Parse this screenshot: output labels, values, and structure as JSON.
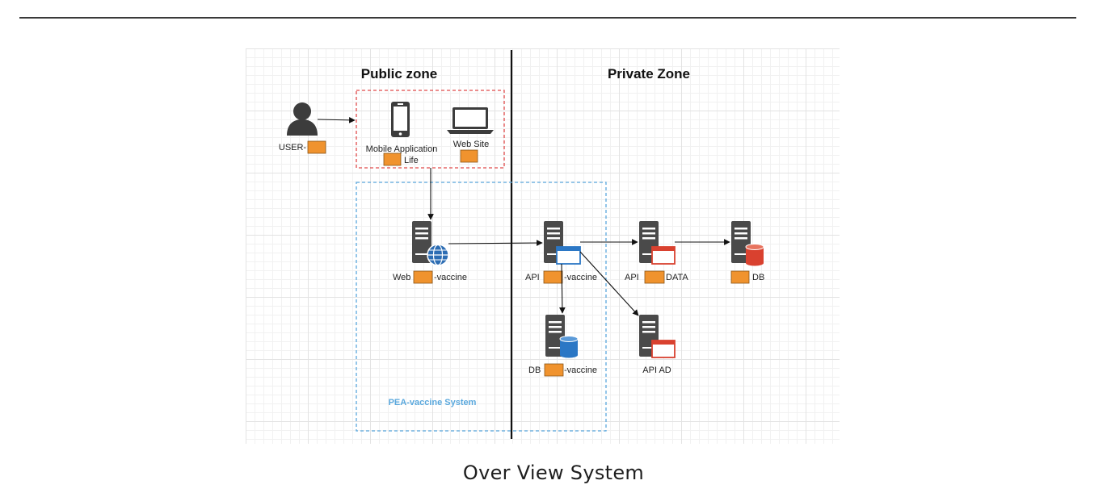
{
  "caption": "Over View System",
  "zones": {
    "public": "Public zone",
    "private": "Private Zone",
    "system": "PEA-vaccine System"
  },
  "nodes": {
    "user": {
      "pre": "USER-",
      "post": ""
    },
    "mobile_app": {
      "line1": "Mobile Application",
      "line2": "Life"
    },
    "website": {
      "label": "Web Site"
    },
    "web_server": {
      "pre": "Web ",
      "post": "-vaccine"
    },
    "api_server": {
      "pre": "API ",
      "post": "-vaccine"
    },
    "api_data": {
      "pre": "API ",
      "post": "DATA"
    },
    "db_external": {
      "pre": "",
      "post": " DB"
    },
    "db_vaccine": {
      "pre": "DB ",
      "post": "-vaccine"
    },
    "api_ad": {
      "label": "API AD"
    }
  },
  "colors": {
    "redaction": "#f0932e",
    "public_border": "#e04a4a",
    "system_border": "#5aa8dd",
    "system_label": "#5aa8dd",
    "server": "#4a4a4a",
    "globe": "#2d6db3",
    "db_blue": "#2b77c5",
    "db_red": "#d9412f"
  }
}
